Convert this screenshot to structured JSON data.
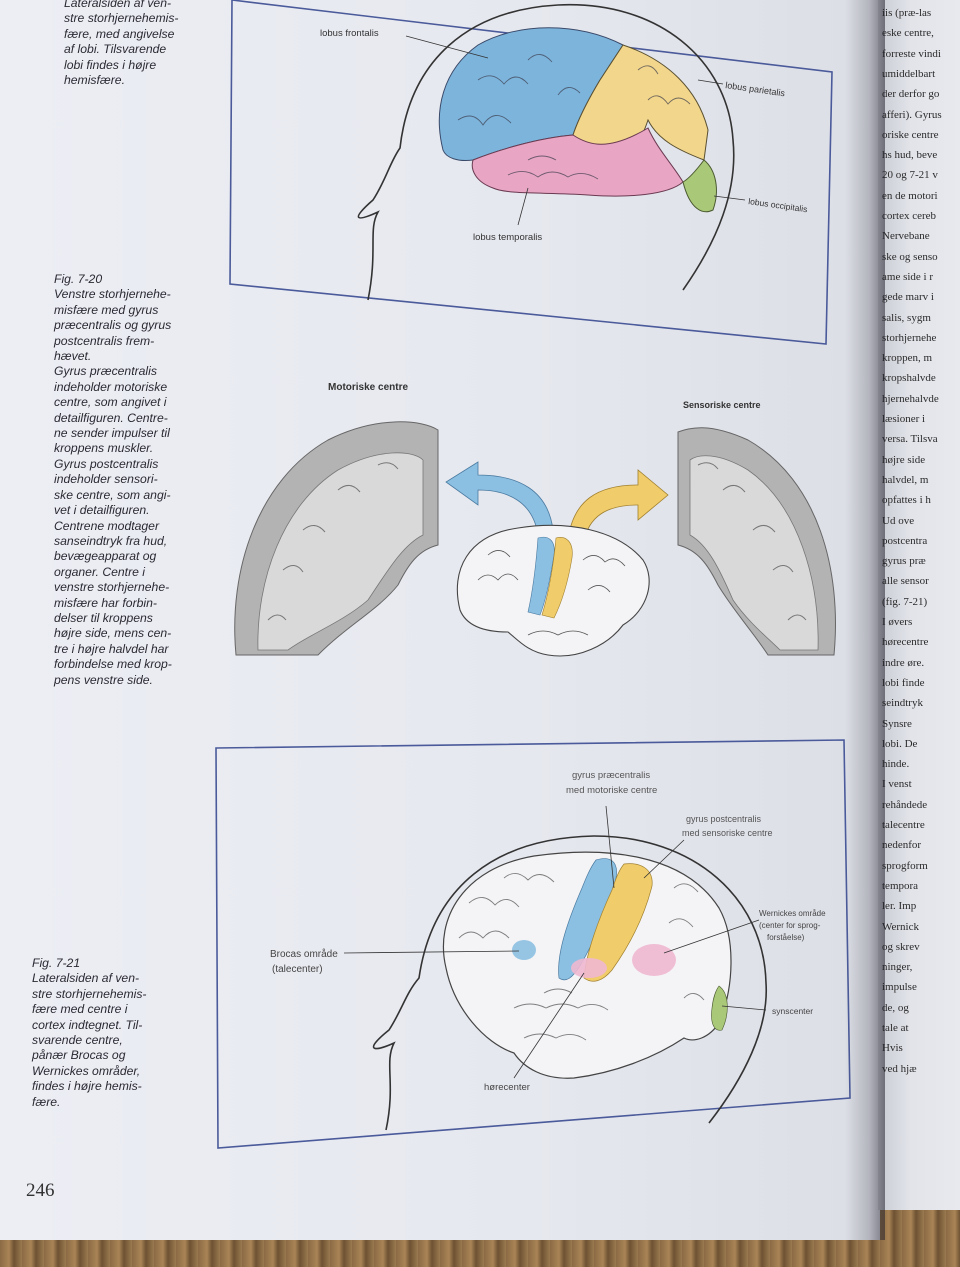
{
  "page_number": "246",
  "caption_top": {
    "lines": [
      "Lateralsiden af ven-",
      "stre storhjernehemis-",
      "fære, med angivelse",
      "af lobi. Tilsvarende",
      "lobi findes i højre",
      "hemisfære."
    ]
  },
  "caption_fig720": {
    "title": "Fig. 7-20",
    "lines": [
      "Venstre storhjernehe-",
      "misfære med gyrus",
      "præcentralis og gyrus",
      "postcentralis frem-",
      "hævet.",
      "Gyrus præcentralis",
      "indeholder motoriske",
      "centre, som angivet i",
      "detailfiguren. Centre-",
      "ne sender impulser til",
      "kroppens muskler.",
      "Gyrus postcentralis",
      "indeholder sensori-",
      "ske centre, som angi-",
      "vet i detailfiguren.",
      "Centrene modtager",
      "sanseindtryk fra hud,",
      "bevægeapparat og",
      "organer. Centre i",
      "venstre storhjernehe-",
      "misfære har forbin-",
      "delser til kroppens",
      "højre side, mens cen-",
      "tre i højre halvdel har",
      "forbindelse med krop-",
      "pens venstre side."
    ]
  },
  "caption_fig721": {
    "title": "Fig. 7-21",
    "lines": [
      "Lateralsiden af ven-",
      "stre storhjernehemis-",
      "fære med centre i",
      "cortex indtegnet. Til-",
      "svarende centre,",
      "pånær Brocas og",
      "Wernickes områder,",
      "findes i højre hemis-",
      "fære."
    ]
  },
  "figure_top": {
    "labels": {
      "frontalis": "lobus frontalis",
      "parietalis": "lobus parietalis",
      "occipitalis": "lobus occipitalis",
      "temporalis": "lobus temporalis"
    }
  },
  "figure_middle": {
    "motor_heading": "Motoriske centre",
    "sensory_heading": "Sensoriske centre"
  },
  "figure_bottom": {
    "labels": {
      "precentral_1": "gyrus præcentralis",
      "precentral_2": "med motoriske centre",
      "postcentral_1": "gyrus postcentralis",
      "postcentral_2": "med sensoriske centre",
      "wernicke_1": "Wernickes område",
      "wernicke_2": "(center for sprog-",
      "wernicke_3": "forståelse)",
      "broca_1": "Brocas område",
      "broca_2": "(talecenter)",
      "synscenter": "synscenter",
      "horecenter": "hørecenter"
    }
  },
  "right_page_lines": [
    "iis (præ-las",
    "eske centre,",
    "forreste vindi",
    "umiddelbart",
    "der derfor go",
    "afferi). Gyrus",
    "oriske centre",
    "hs hud, beve",
    "20 og 7-21 v",
    "en de motori",
    "cortex cereb",
    "Nervebane",
    "ske og senso",
    "ame side i r",
    "gede marv i",
    "salis, sygm",
    "storhjernehe",
    "kroppen, m",
    "kropshalvde",
    "hjernehalvde",
    "læsioner i",
    "versa. Tilsva",
    "højre side",
    "halvdel, m",
    "opfattes i h",
    "Ud ove",
    "postcentra",
    "gyrus præ",
    "alle sensor",
    "(fig. 7-21)",
    "I øvers",
    "hørecentre",
    "indre øre.",
    "lobi finde",
    "seindtryk",
    "Synsre",
    "lobi. De",
    "hinde.",
    "I venst",
    "rehåndede",
    "talecentre",
    "nedenfor",
    "sprogform",
    "tempora",
    "ler. Imp",
    "Wernick",
    "og skrev",
    "ninger,",
    "impulse",
    "de, og",
    "tale at",
    "Hvis",
    "ved hjæ"
  ],
  "colors": {
    "frontal": "#7db4dc",
    "parietal": "#f2d68c",
    "temporal": "#e8a6c4",
    "occipital": "#a9c878",
    "frame": "#4a5a9a",
    "motor": "#8cc0e2",
    "sensory": "#f0cc6a"
  }
}
